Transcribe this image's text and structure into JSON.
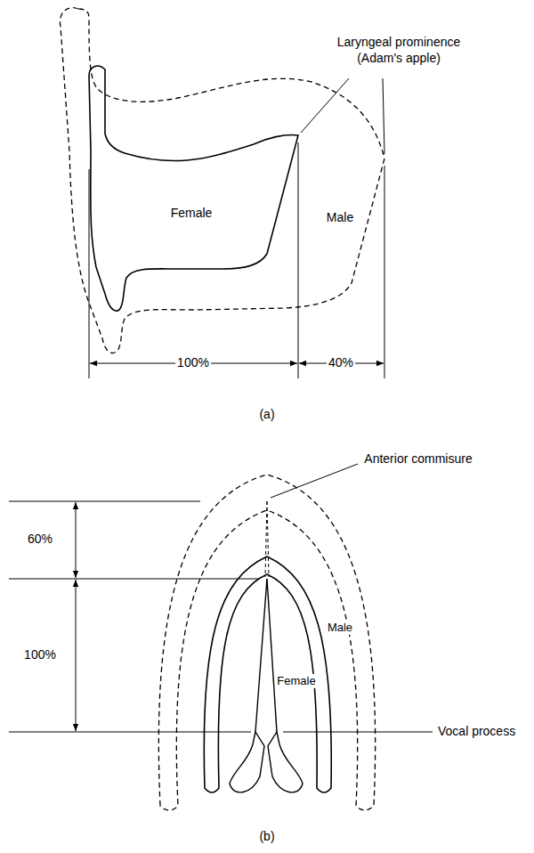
{
  "diagram": {
    "labels": [
      "Laryngeal prominence (Adam's apple)",
      "Female",
      "Male",
      "100%",
      "40%",
      "(a)",
      "Anterior commisure",
      "60%",
      "100%",
      "Male",
      "Female",
      "Vocal process",
      "(b)"
    ]
  }
}
